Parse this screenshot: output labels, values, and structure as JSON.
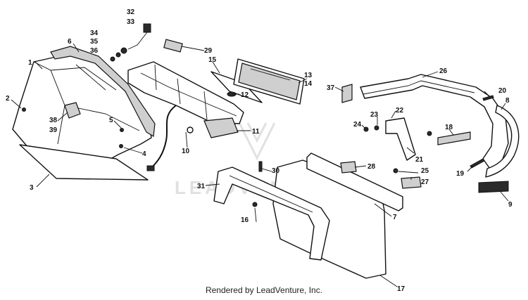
{
  "callouts": [
    "1",
    "2",
    "3",
    "4",
    "5",
    "6",
    "7",
    "8",
    "9",
    "10",
    "11",
    "12",
    "13",
    "14",
    "15",
    "16",
    "17",
    "18",
    "19",
    "20",
    "21",
    "22",
    "23",
    "24",
    "25",
    "26",
    "27",
    "28",
    "29",
    "30",
    "31",
    "32",
    "33",
    "34",
    "35",
    "36",
    "37",
    "38",
    "39"
  ],
  "watermark": {
    "text": "LEADVENTURE"
  },
  "footer": {
    "text": "Rendered by LeadVenture, Inc."
  }
}
